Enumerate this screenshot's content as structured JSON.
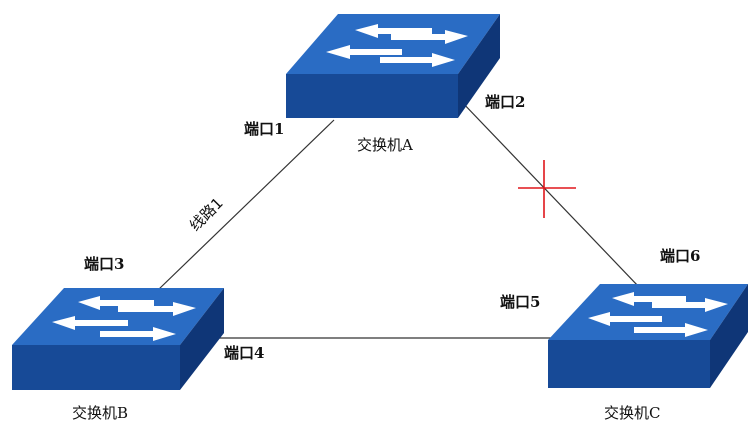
{
  "diagram": {
    "switches": [
      {
        "id": "A",
        "label": "交换机A"
      },
      {
        "id": "B",
        "label": "交换机B"
      },
      {
        "id": "C",
        "label": "交换机C"
      }
    ],
    "ports": {
      "p1": "端口1",
      "p2": "端口2",
      "p3": "端口3",
      "p4": "端口4",
      "p5": "端口5",
      "p6": "端口6"
    },
    "links": [
      {
        "from": "A",
        "to": "B",
        "label": "线路1",
        "status": "active"
      },
      {
        "from": "A",
        "to": "C",
        "label": "",
        "status": "blocked"
      },
      {
        "from": "B",
        "to": "C",
        "label": "",
        "status": "active"
      }
    ],
    "colors": {
      "switch_top": "#1f5fb5",
      "switch_front": "#174a97",
      "switch_side": "#0f3677",
      "arrow": "#ffffff",
      "line": "#333333",
      "block_mark": "#e0161b"
    }
  }
}
